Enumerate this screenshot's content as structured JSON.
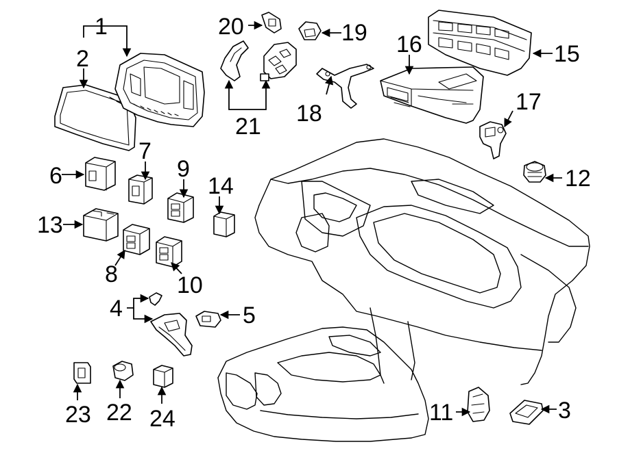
{
  "callouts": {
    "c1": "1",
    "c2": "2",
    "c3": "3",
    "c4": "4",
    "c5": "5",
    "c6": "6",
    "c7": "7",
    "c8": "8",
    "c9": "9",
    "c10": "10",
    "c11": "11",
    "c12": "12",
    "c13": "13",
    "c14": "14",
    "c15": "15",
    "c16": "16",
    "c17": "17",
    "c18": "18",
    "c19": "19",
    "c20": "20",
    "c21": "21",
    "c22": "22",
    "c23": "23",
    "c24": "24"
  },
  "colors": {
    "line": "#000000",
    "background": "#ffffff"
  }
}
